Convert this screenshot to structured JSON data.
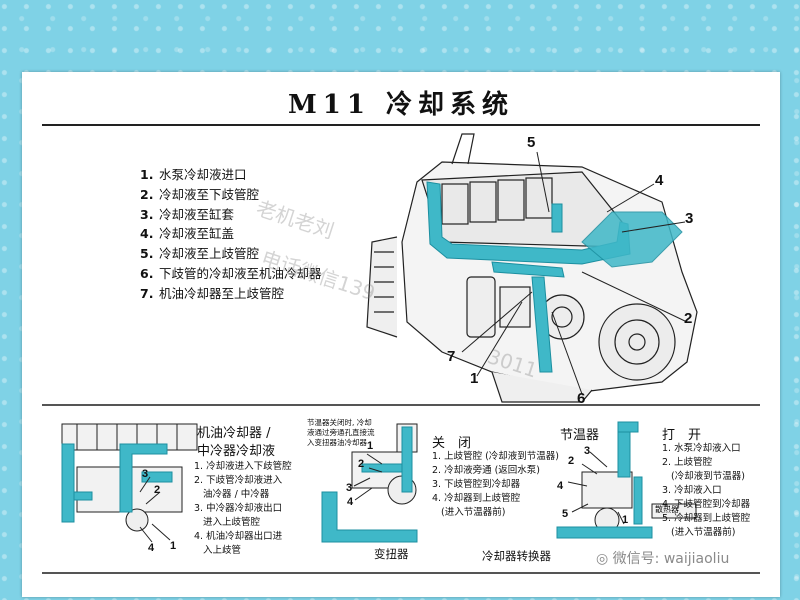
{
  "title": "M11 冷却系统",
  "main_list": [
    {
      "n": "1.",
      "text": "水泵冷却液进口"
    },
    {
      "n": "2.",
      "text": "冷却液至下歧管腔"
    },
    {
      "n": "3.",
      "text": "冷却液至缸套"
    },
    {
      "n": "4.",
      "text": "冷却液至缸盖"
    },
    {
      "n": "5.",
      "text": "冷却液至上歧管腔"
    },
    {
      "n": "6.",
      "text": "下歧管的冷却液至机油冷却器"
    },
    {
      "n": "7.",
      "text": "机油冷却器至上歧管腔"
    }
  ],
  "engine_callouts": [
    "5",
    "4",
    "3",
    "2",
    "7",
    "1",
    "6"
  ],
  "oil_cooler_box": {
    "title_line1": "机油冷却器 /",
    "title_line2": "中冷器冷却液",
    "items": [
      "1. 冷却液进入下歧管腔",
      "2. 下歧管冷却液进入",
      "   油冷器 / 中冷器",
      "3. 中冷器冷却液出口",
      "   进入上歧管腔",
      "4. 机油冷却器出口进",
      "   入上歧管"
    ],
    "callouts": [
      "3",
      "2",
      "4",
      "1"
    ]
  },
  "closed_box": {
    "note": "节温器关闭时, 冷却液通过旁通孔直接流入变扭器油冷却器",
    "title": "关　闭",
    "items": [
      "1. 上歧管腔 (冷却液到节温器)",
      "2. 冷却液旁通 (返回水泵)",
      "3. 下歧管腔到冷却器",
      "4. 冷却器到上歧管腔",
      "   (进入节温器前)"
    ],
    "callouts": [
      "1",
      "2",
      "3",
      "4"
    ],
    "torque_label": "变扭器"
  },
  "thermostat_label": "节温器",
  "open_box": {
    "title": "打　开",
    "items": [
      "1. 水泵冷却液入口",
      "2. 上歧管腔",
      "   (冷却液到节温器)",
      "3. 冷却液入口",
      "4. 下歧管腔到冷却器",
      "5. 冷却器到上歧管腔",
      "   (进入节温器前)"
    ],
    "callouts": [
      "3",
      "2",
      "4",
      "5",
      "1"
    ],
    "radiator_label": "散热器",
    "converter_label": "冷却器转换器"
  },
  "watermarks": [
    "老机老刘",
    "电话微信139",
    "3011"
  ],
  "wechat_tag": "微信号: waijiaoliu",
  "colors": {
    "coolant": "#3fb8c8",
    "coolant_dark": "#1c8fa0",
    "line": "#222222"
  }
}
